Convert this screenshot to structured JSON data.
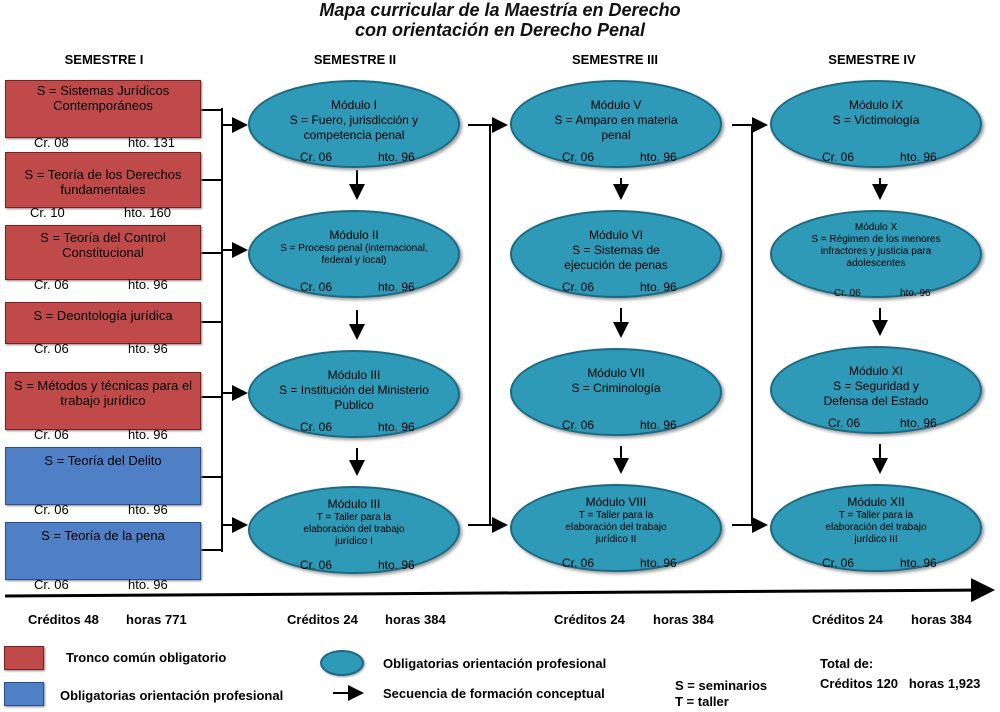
{
  "title": {
    "line1": "Mapa curricular de la Maestría en Derecho",
    "line2": "con orientación en Derecho Penal"
  },
  "semesters": [
    "SEMESTRE I",
    "SEMESTRE II",
    "SEMESTRE III",
    "SEMESTRE IV"
  ],
  "semester1_courses": [
    {
      "name": "S = Sistemas Jurídicos Contemporáneos",
      "cr": "Cr. 08",
      "hto": "hto. 131",
      "type": "tronco"
    },
    {
      "name": "S = Teoría de los Derechos fundamentales",
      "cr": "Cr. 10",
      "hto": "hto. 160",
      "type": "tronco"
    },
    {
      "name": "S = Teoría del Control Constitucional",
      "cr": "Cr. 06",
      "hto": "hto. 96",
      "type": "tronco"
    },
    {
      "name": "S = Deontología jurídica",
      "cr": "Cr. 06",
      "hto": "hto. 96",
      "type": "tronco"
    },
    {
      "name": "S = Métodos y técnicas para el trabajo jurídico",
      "cr": "Cr. 06",
      "hto": "hto. 96",
      "type": "tronco"
    },
    {
      "name": "S = Teoría del Delito",
      "cr": "Cr. 06",
      "hto": "hto. 96",
      "type": "obligatoria"
    },
    {
      "name": "S = Teoría de la pena",
      "cr": "Cr. 06",
      "hto": "hto. 96",
      "type": "obligatoria"
    }
  ],
  "modules": {
    "semester2": [
      {
        "title": "Módulo I",
        "text": "S = Fuero,  jurisdicción y competencia penal",
        "cr": "Cr. 06",
        "hto": "hto. 96"
      },
      {
        "title": "Módulo II",
        "text": "S = Proceso   penal (internacional, federal y local)",
        "cr": "Cr. 06",
        "hto": "hto. 96"
      },
      {
        "title": "Módulo III",
        "text": "S = Institución del Ministerio Publico",
        "cr": "Cr. 06",
        "hto": "hto. 96"
      },
      {
        "title": "Módulo III",
        "text": "T = Taller para la elaboración del trabajo jurídico I",
        "cr": "Cr. 06",
        "hto": "hto. 96"
      }
    ],
    "semester3": [
      {
        "title": "Módulo V",
        "text": "S = Amparo en materia penal",
        "cr": "Cr. 06",
        "hto": "hto. 96"
      },
      {
        "title": "Módulo VI",
        "text": "S = Sistemas de ejecución de penas",
        "cr": "Cr. 06",
        "hto": "hto. 96"
      },
      {
        "title": "Módulo VII",
        "text": "S = Criminología",
        "cr": "Cr. 06",
        "hto": "hto. 96"
      },
      {
        "title": "Módulo VIII",
        "text": "T = Taller para la elaboración del trabajo jurídico II",
        "cr": "Cr. 06",
        "hto": "hto. 96"
      }
    ],
    "semester4": [
      {
        "title": "Módulo IX",
        "text": "S = Victimología",
        "cr": "Cr. 06",
        "hto": "hto. 96"
      },
      {
        "title": "Módulo X",
        "text": "S = Régimen de  los  menores infractores y justicia para adolescentes",
        "cr": "Cr. 06",
        "hto": "hto. 96"
      },
      {
        "title": "Módulo XI",
        "text": "S = Seguridad  y Defensa del Estado",
        "cr": "Cr. 06",
        "hto": "hto. 96"
      },
      {
        "title": "Módulo XII",
        "text": "T = Taller para la elaboración del trabajo jurídico III",
        "cr": "Cr. 06",
        "hto": "hto. 96"
      }
    ]
  },
  "footer_totals": [
    {
      "creditos": "Créditos 48",
      "horas": "horas 771"
    },
    {
      "creditos": "Créditos 24",
      "horas": "horas 384"
    },
    {
      "creditos": "Créditos 24",
      "horas": "horas 384"
    },
    {
      "creditos": "Créditos 24",
      "horas": "horas 384"
    }
  ],
  "legend": {
    "tronco": "Tronco común  obligatorio",
    "obligatorias_box": "Obligatorias   orientación profesional",
    "obligatorias_oval": "Obligatorias orientación profesional",
    "secuencia": "Secuencia de formación conceptual",
    "seminarios": "S = seminarios",
    "taller": "T = taller",
    "total_label": "Total de:",
    "total_values": "Créditos 120   horas 1,923"
  },
  "colors": {
    "tronco": "#c04a4a",
    "obligatoria": "#4f7fc4",
    "module": "#2e9ab8"
  }
}
